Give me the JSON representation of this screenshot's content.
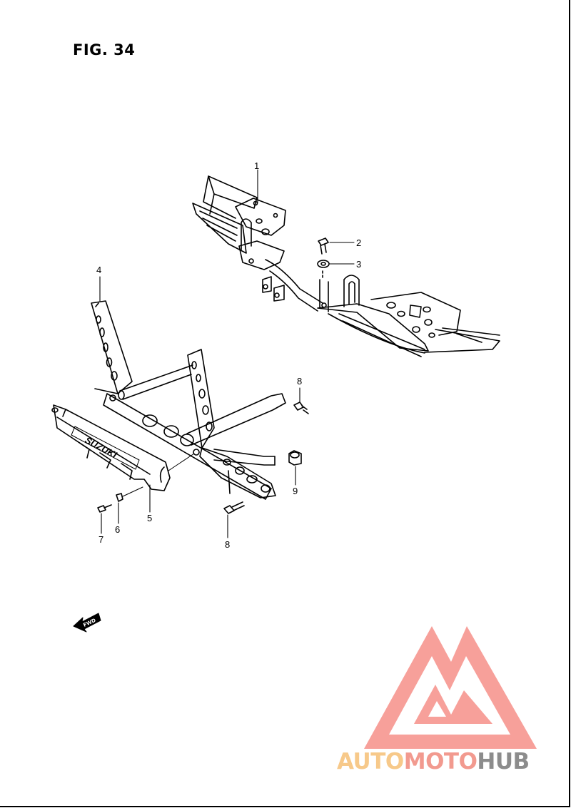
{
  "figure": {
    "title": "FIG. 34"
  },
  "callouts": [
    {
      "id": "part-1",
      "label": "1"
    },
    {
      "id": "part-2",
      "label": "2"
    },
    {
      "id": "part-3",
      "label": "3"
    },
    {
      "id": "part-4",
      "label": "4"
    },
    {
      "id": "part-5",
      "label": "5"
    },
    {
      "id": "part-6",
      "label": "6"
    },
    {
      "id": "part-7",
      "label": "7"
    },
    {
      "id": "part-8a",
      "label": "8"
    },
    {
      "id": "part-8b",
      "label": "8"
    },
    {
      "id": "part-9",
      "label": "9"
    }
  ],
  "guard_brand": "SUZUKI",
  "fwd_arrow": {
    "label": "FWD"
  },
  "watermark": {
    "part1": "AUTO",
    "part2": "MOTO",
    "part3": "HUB",
    "colors": {
      "auto": "#f7c98a",
      "moto": "#f29a8f",
      "hub": "#8c8c8c",
      "logo": "#f4736b"
    }
  }
}
